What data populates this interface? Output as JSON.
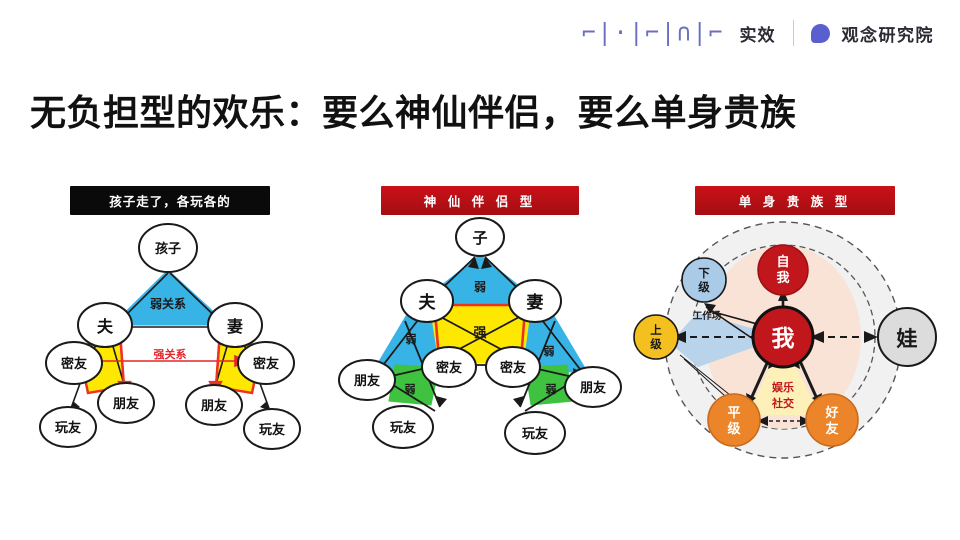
{
  "brand": {
    "wordmark": "Thinker",
    "wordmark_glyphs": "⌐|·|⌐|∩|⌐",
    "name_cn": "实效",
    "divider": "|",
    "logo_icon": "speech-bubble-icon",
    "institute_cn": "观念研究院"
  },
  "slide": {
    "title": "无负担型的欢乐：要么神仙伴侣，要么单身贵族",
    "background_color": "#ffffff",
    "title_color": "#111111"
  },
  "panels": [
    {
      "id": "panel-empty-nest",
      "caption": "孩子走了，各玩各的",
      "caption_bg": "#0a0a0a",
      "caption_color": "#ffffff",
      "style": "handdrawn",
      "nodes": [
        {
          "key": "child",
          "label": "孩子"
        },
        {
          "key": "husband",
          "label": "夫"
        },
        {
          "key": "wife",
          "label": "妻"
        },
        {
          "key": "close_friend_l",
          "label": "密友"
        },
        {
          "key": "close_friend_r",
          "label": "密友"
        },
        {
          "key": "friend_l",
          "label": "朋友"
        },
        {
          "key": "friend_r",
          "label": "朋友"
        },
        {
          "key": "playmate_l",
          "label": "玩友"
        },
        {
          "key": "playmate_r",
          "label": "玩友"
        }
      ],
      "region_labels": [
        {
          "key": "weak_top",
          "label": "弱关系",
          "fill": "#38b3e6"
        },
        {
          "key": "strong_mid",
          "label": "强关系",
          "color": "#e4252b"
        }
      ],
      "fills": {
        "triangle": "#38b3e6",
        "quad": "#ffe800",
        "accent": "#ee3124"
      }
    },
    {
      "id": "panel-perfect-couple",
      "caption": "神 仙 伴 侣 型",
      "caption_bg": "#bb1117",
      "caption_color": "#ffffff",
      "style": "handdrawn",
      "nodes": [
        {
          "key": "child",
          "label": "子"
        },
        {
          "key": "husband",
          "label": "夫"
        },
        {
          "key": "wife",
          "label": "妻"
        },
        {
          "key": "close_friend_l",
          "label": "密友"
        },
        {
          "key": "close_friend_r",
          "label": "密友"
        },
        {
          "key": "friend_l",
          "label": "朋友"
        },
        {
          "key": "friend_r",
          "label": "朋友"
        },
        {
          "key": "playmate_l",
          "label": "玩友"
        },
        {
          "key": "playmate_r",
          "label": "玩友"
        }
      ],
      "region_labels": [
        {
          "key": "weak_top",
          "label": "弱",
          "fill": "#38b3e6"
        },
        {
          "key": "strong_center",
          "label": "强",
          "fill": "#ffe800"
        },
        {
          "key": "weak_left",
          "label": "弱",
          "fill": "#38b3e6"
        },
        {
          "key": "weak_right",
          "label": "弱",
          "fill": "#38b3e6"
        },
        {
          "key": "weak_green_l",
          "label": "弱",
          "fill": "#3fc23f"
        },
        {
          "key": "weak_green_r",
          "label": "弱",
          "fill": "#3fc23f"
        }
      ],
      "fills": {
        "blue": "#38b3e6",
        "yellow": "#ffe800",
        "green": "#3fc23f",
        "accent": "#ee3124"
      }
    },
    {
      "id": "panel-single-noble",
      "caption": "单 身 贵 族 型",
      "caption_bg": "#bb1117",
      "caption_color": "#ffffff",
      "style": "vector",
      "nodes": [
        {
          "key": "self_inner",
          "label": "自我",
          "fill": "#c0161c",
          "text": "#ffffff"
        },
        {
          "key": "me",
          "label": "我",
          "fill": "#c0161c",
          "text": "#ffffff"
        },
        {
          "key": "subordinate",
          "label": "下级",
          "fill": "#a9cbe8",
          "text": "#1a1a1a"
        },
        {
          "key": "superior",
          "label": "上级",
          "fill": "#f4c01f",
          "text": "#1a1a1a"
        },
        {
          "key": "peer",
          "label": "平级",
          "fill": "#ec8429",
          "text": "#ffffff"
        },
        {
          "key": "bestie",
          "label": "好友",
          "fill": "#ec8429",
          "text": "#ffffff"
        },
        {
          "key": "kid",
          "label": "娃",
          "fill": "#dcdcdc",
          "text": "#1a1a1a"
        }
      ],
      "region_labels": [
        {
          "key": "workplace",
          "label": "工作场",
          "fill": "#b8d3ea",
          "color": "#1a1a1a"
        },
        {
          "key": "leisure_social",
          "label": "娱乐\n社交",
          "line1": "娱乐",
          "line2": "社交",
          "fill": "#fdf0b8",
          "color": "#c0161c"
        }
      ],
      "outer_ring_color": "#f0f0f0",
      "dashed_border_color": "#555555"
    }
  ]
}
